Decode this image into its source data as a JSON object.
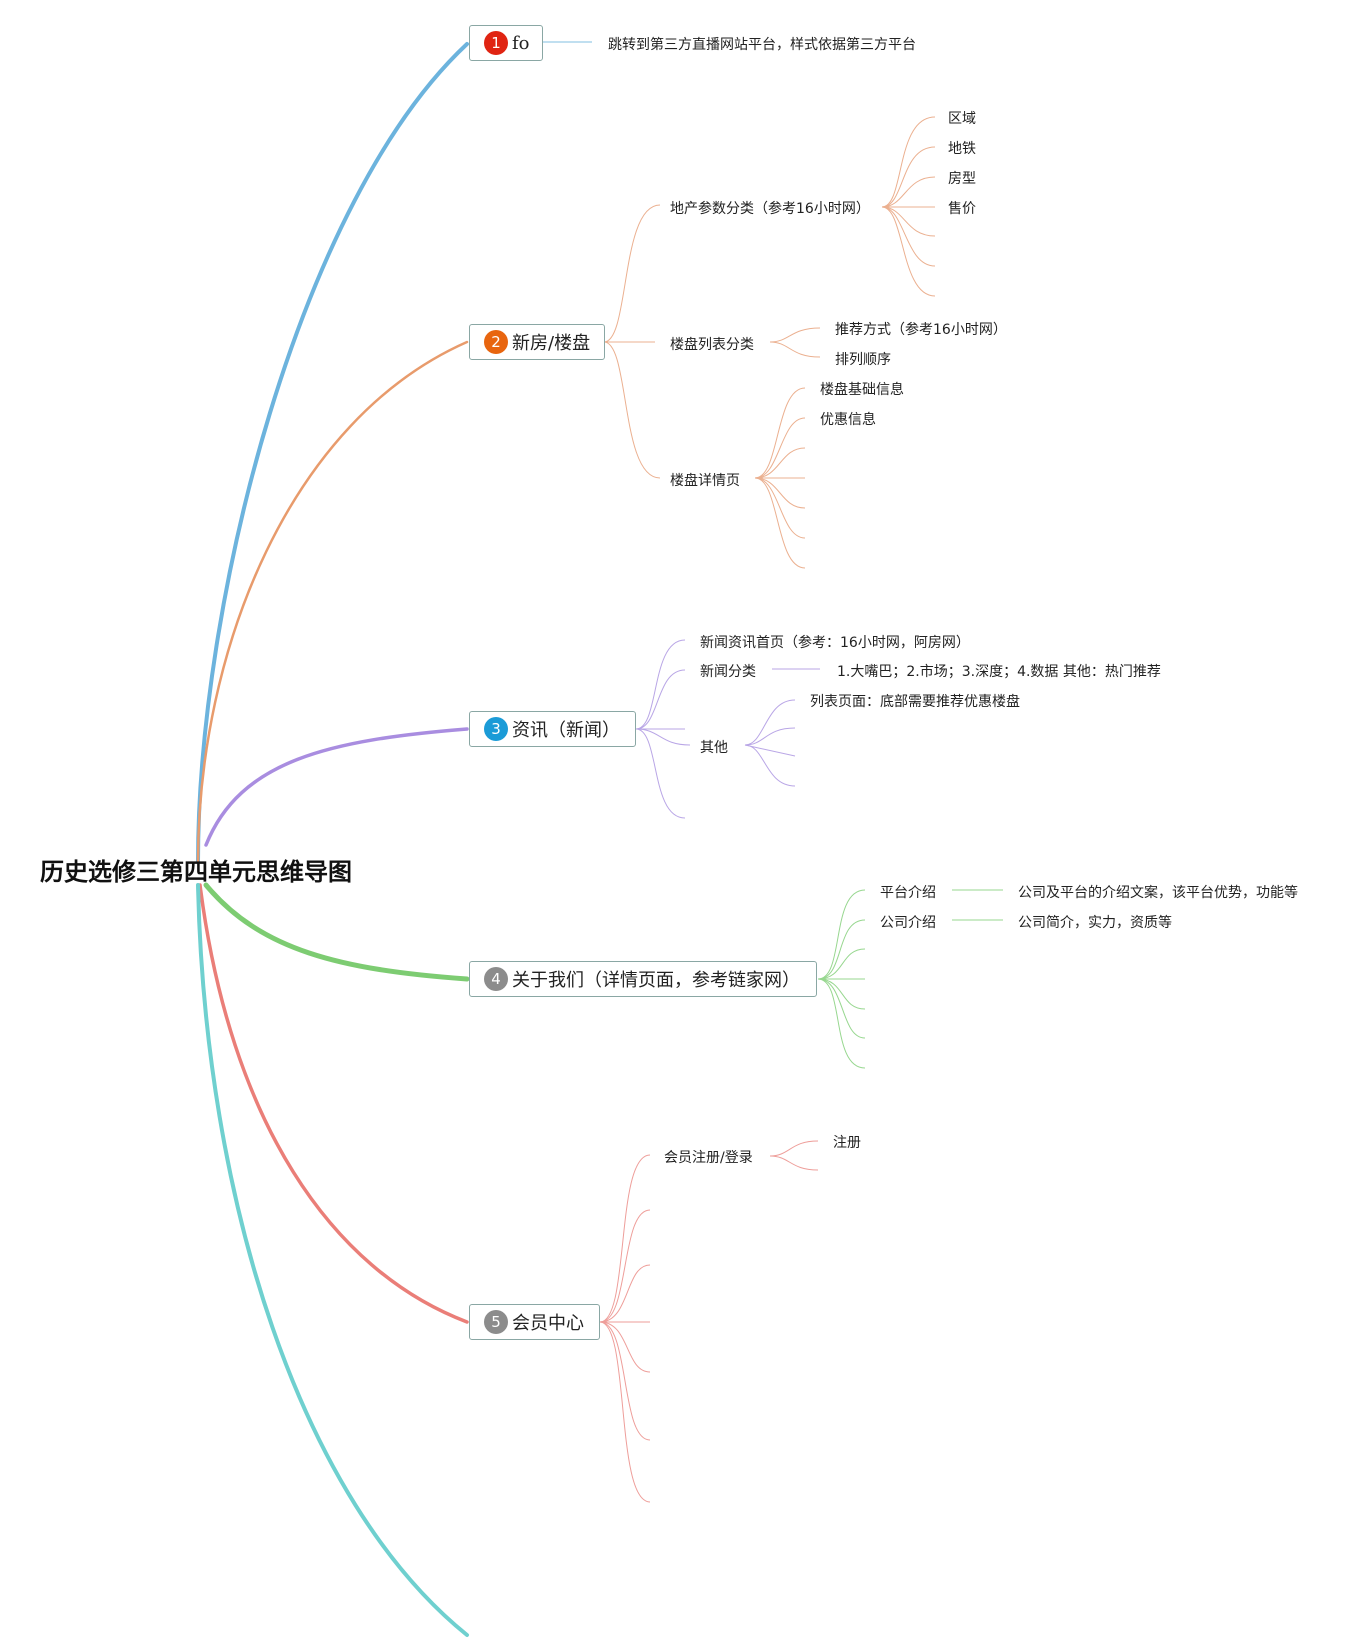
{
  "title": "历史选修三第四单元思维导图",
  "colors": {
    "b1": "#e02412",
    "b2": "#e8650f",
    "b3": "#1b9bd7",
    "b4": "#8c8c8c",
    "b5": "#8c8c8c"
  },
  "branches": [
    {
      "num": "1",
      "label": "fo",
      "children": [
        {
          "label": "跳转到第三方直播网站平台，样式依据第三方平台"
        }
      ]
    },
    {
      "num": "2",
      "label": "新房/楼盘",
      "children": [
        {
          "label": "地产参数分类（参考16小时网）",
          "children": [
            "区域",
            "地铁",
            "房型",
            "售价"
          ]
        },
        {
          "label": "楼盘列表分类",
          "children": [
            "推荐方式（参考16小时网）",
            "排列顺序"
          ]
        },
        {
          "label": "楼盘详情页",
          "children": [
            "楼盘基础信息",
            "优惠信息"
          ]
        }
      ]
    },
    {
      "num": "3",
      "label": "资讯（新闻）",
      "children": [
        {
          "label": "新闻资讯首页（参考：16小时网，阿房网）"
        },
        {
          "label": "新闻分类",
          "children": [
            "1.大嘴巴；2.市场；3.深度；4.数据 其他：热门推荐"
          ]
        },
        {
          "label": "其他",
          "children": [
            "列表页面：底部需要推荐优惠楼盘"
          ]
        }
      ]
    },
    {
      "num": "4",
      "label": "关于我们（详情页面，参考链家网）",
      "children": [
        {
          "label": "平台介绍",
          "children": [
            "公司及平台的介绍文案，该平台优势，功能等"
          ]
        },
        {
          "label": "公司介绍",
          "children": [
            "公司简介，实力，资质等"
          ]
        }
      ]
    },
    {
      "num": "5",
      "label": "会员中心",
      "children": [
        {
          "label": "会员注册/登录",
          "children": [
            "注册"
          ]
        }
      ]
    }
  ]
}
